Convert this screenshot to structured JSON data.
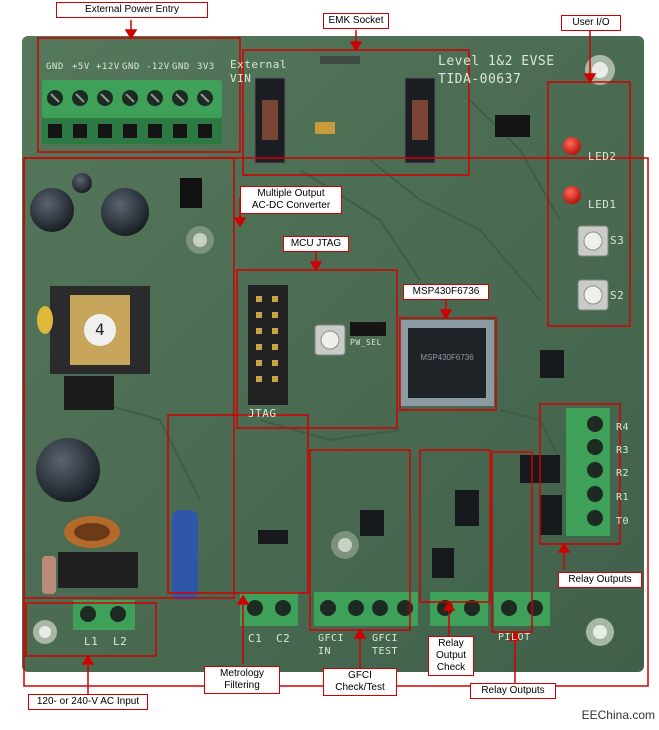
{
  "callouts": {
    "external_power_entry": "External Power Entry",
    "emk_socket": "EMK Socket",
    "user_io": "User I/O",
    "multiple_output_converter": "Multiple Output\nAC-DC Converter",
    "mcu_jtag": "MCU JTAG",
    "msp430": "MSP430F6736",
    "relay_outputs_right": "Relay Outputs",
    "metrology_filtering": "Metrology\nFiltering",
    "gfci_check_test": "GFCI\nCheck/Test",
    "relay_output_check": "Relay\nOutput\nCheck",
    "relay_outputs_bottom": "Relay Outputs",
    "ac_input": "120- or 240-V AC Input"
  },
  "silkscreen": {
    "board_title": "Level 1&2 EVSE",
    "board_part": "TIDA-00637",
    "power_pins": [
      "GND",
      "+5V",
      "+12V",
      "GND",
      "-12V",
      "GND",
      "3V3"
    ],
    "external": "External",
    "vin": "VIN",
    "led2": "LED2",
    "led1": "LED1",
    "s3": "S3",
    "s2": "S2",
    "jtag": "JTAG",
    "pw_sel": "PW_SEL",
    "chip_label": "MSP430F6736",
    "relay_pins": [
      "R4",
      "R3",
      "R2",
      "R1",
      "T0"
    ],
    "c1": "C1",
    "c2": "C2",
    "gfci_in": "GFCI\nIN",
    "gfci_test": "GFCI\nTEST",
    "pilot": "PILOT",
    "l1": "L1",
    "l2": "L2",
    "transformer_mark": "4"
  },
  "watermark": "EEChina.com",
  "colors": {
    "pcb": "#4b6b4f",
    "callout_border": "#d10000",
    "terminal_green": "#3fa05a"
  }
}
